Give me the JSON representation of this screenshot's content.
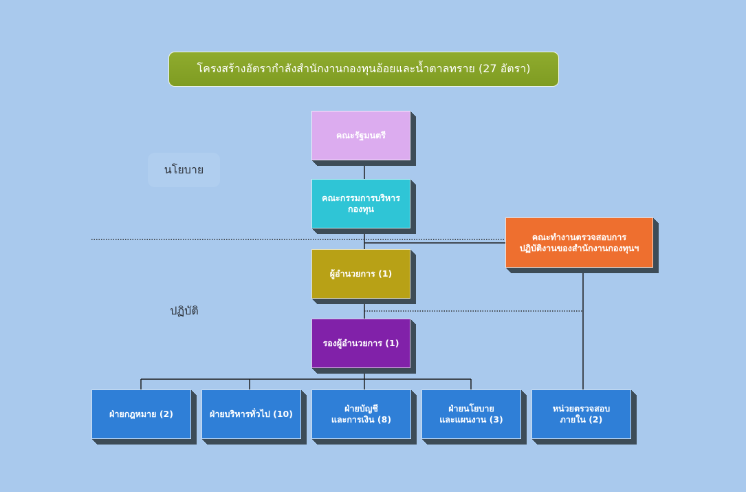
{
  "title": "โครงสร้างอัตรากำลังสำนักงานกองทุนอ้อยและน้ำตาลทราย (27 อัตรา)",
  "labels": {
    "policy": "นโยบาย",
    "operations": "ปฏิบัติ"
  },
  "colors": {
    "background": "#a9c9ed",
    "title": "#87a52a",
    "shadow": "#3d4c57",
    "line": "#1e1e1e"
  },
  "nodes": {
    "cabinet": {
      "lines": [
        "คณะรัฐมนตรี"
      ],
      "color": "#dcacef"
    },
    "fund_board": {
      "lines": [
        "คณะกรรมการบริหาร",
        "กองทุน"
      ],
      "color": "#2fc5d6"
    },
    "director": {
      "lines": [
        "ผู้อำนวยการ (1)"
      ],
      "color": "#b8a116"
    },
    "audit_committee": {
      "lines": [
        "คณะทำงานตรวจสอบการ",
        "ปฏิบัติงานของสำนักงานกองทุนฯ"
      ],
      "color": "#ee6f2f"
    },
    "deputy_director": {
      "lines": [
        "รองผู้อำนวยการ (1)"
      ],
      "color": "#8121a9"
    },
    "legal": {
      "lines": [
        "ฝ่ายกฎหมาย (2)"
      ],
      "color": "#2f7fd7"
    },
    "general_admin": {
      "lines": [
        "ฝ่ายบริหารทั่วไป (10)"
      ],
      "color": "#2f7fd7"
    },
    "accounting_finance": {
      "lines": [
        "ฝ่ายบัญชี",
        "และการเงิน (8)"
      ],
      "color": "#2f7fd7"
    },
    "policy_planning": {
      "lines": [
        "ฝ่ายนโยบาย",
        "และแผนงาน (3)"
      ],
      "color": "#2f7fd7"
    },
    "internal_audit": {
      "lines": [
        "หน่วยตรวจสอบ",
        "ภายใน (2)"
      ],
      "color": "#2f7fd7"
    }
  }
}
